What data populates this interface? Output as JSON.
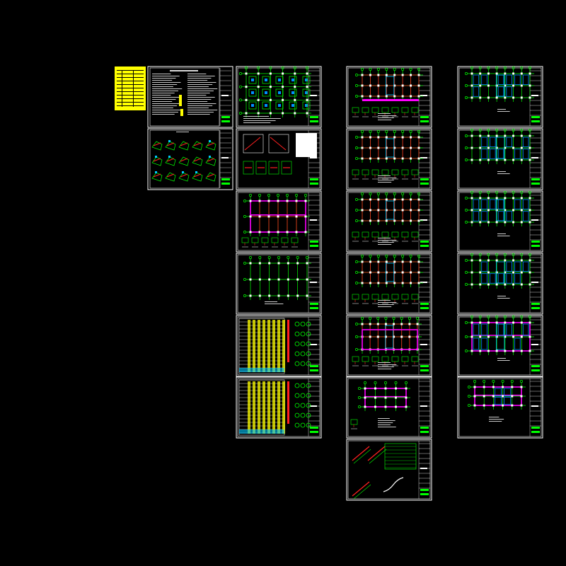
{
  "view": {
    "background": "#000000",
    "accent_colors": {
      "frame": "#ffffff",
      "axis_green": "#00ff00",
      "beam_red": "#ff2020",
      "wall_magenta": "#ff00ff",
      "slab_blue": "#0090ff",
      "table_yellow": "#ffff00"
    }
  },
  "sheets": [
    {
      "id": "index",
      "kind": "index-table"
    },
    {
      "id": "notes",
      "kind": "general-notes"
    },
    {
      "id": "details-1",
      "kind": "details"
    },
    {
      "id": "foundation",
      "kind": "foundation-plan"
    },
    {
      "id": "pile-details",
      "kind": "pile-details"
    },
    {
      "id": "plan-a",
      "kind": "plan-wall"
    },
    {
      "id": "plan-b",
      "kind": "plan-columns"
    },
    {
      "id": "column-schedule-1",
      "kind": "schedule"
    },
    {
      "id": "column-schedule-2",
      "kind": "schedule"
    },
    {
      "id": "beam-1",
      "kind": "beam-plan"
    },
    {
      "id": "beam-2",
      "kind": "beam-plan"
    },
    {
      "id": "beam-3",
      "kind": "beam-plan"
    },
    {
      "id": "beam-4",
      "kind": "beam-plan"
    },
    {
      "id": "beam-5",
      "kind": "beam-plan-upper"
    },
    {
      "id": "beam-6",
      "kind": "roof-beam"
    },
    {
      "id": "stair",
      "kind": "stair-details"
    },
    {
      "id": "slab-1",
      "kind": "slab-plan"
    },
    {
      "id": "slab-2",
      "kind": "slab-plan"
    },
    {
      "id": "slab-3",
      "kind": "slab-plan"
    },
    {
      "id": "slab-4",
      "kind": "slab-plan"
    },
    {
      "id": "slab-5",
      "kind": "slab-plan-upper"
    },
    {
      "id": "slab-6",
      "kind": "roof-slab"
    }
  ]
}
